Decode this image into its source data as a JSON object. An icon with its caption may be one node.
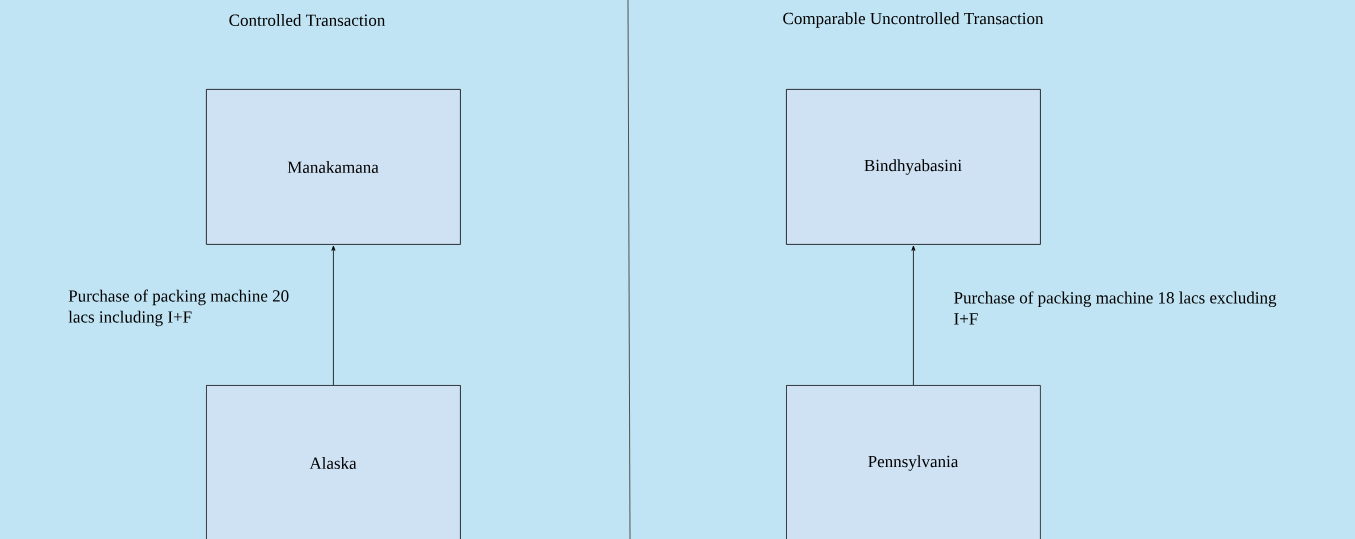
{
  "diagram": {
    "nodes": [
      {
        "text": [
          "Manakamana"
        ]
      },
      {
        "text": [
          "Alaska"
        ]
      },
      {
        "text": [
          "Bindhyabasini"
        ]
      },
      {
        "text": [
          "Pennsylvania"
        ]
      }
    ],
    "edges": [
      {
        "from": 1,
        "to": 0,
        "arrow": "to",
        "label": "Purchase of packing machine 20 lacs including I+F"
      },
      {
        "from": 3,
        "to": 2,
        "arrow": "to",
        "label": "Purchase of packing machine 18 lacs excluding I+F"
      }
    ],
    "labels": [
      "Controlled Transaction",
      "Comparable Uncontrolled Transaction"
    ]
  }
}
